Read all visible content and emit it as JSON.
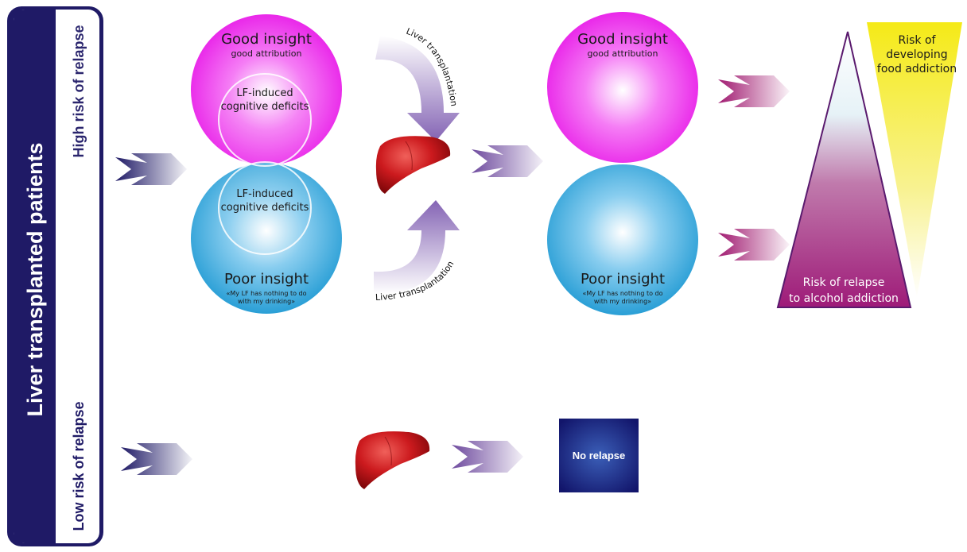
{
  "sidebar": {
    "title": "Liver transplanted patients",
    "high_risk": "High risk of relapse",
    "low_risk": "Low risk of relapse"
  },
  "circles": {
    "good_insight_title": "Good insight",
    "good_insight_sub": "good attribution",
    "lf_line1": "LF-induced",
    "lf_line2": "cognitive deficits",
    "poor_insight_title": "Poor insight",
    "poor_quote_line1": "«My LF has nothing to do",
    "poor_quote_line2": "with my drinking»"
  },
  "transplant_label": "Liver transplantation",
  "risk": {
    "relapse_line1": "Risk of relapse",
    "relapse_line2": "to alcohol addiction",
    "food_line1": "Risk of",
    "food_line2": "developing",
    "food_line3": "food addiction"
  },
  "no_relapse": "No relapse",
  "colors": {
    "sidebar_border": "#1f1a66",
    "good_insight": "#ee1fee",
    "poor_insight": "#2a9fd6",
    "relapse_triangle": "#9e1a78",
    "food_triangle": "#f5ea17",
    "no_relapse_box": "#141470",
    "liver": "#c8141a"
  }
}
